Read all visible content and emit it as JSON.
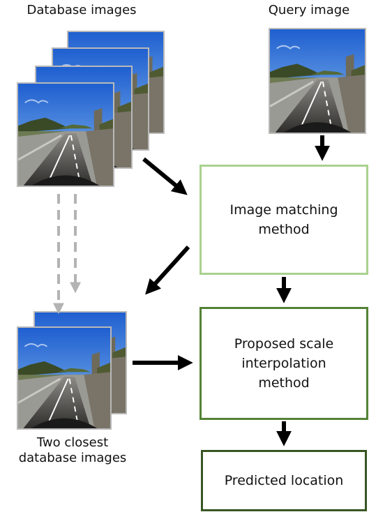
{
  "colors": {
    "matching_border": "#a9d18e",
    "scale_border": "#548235",
    "location_border": "#375623",
    "arrow": "#000000",
    "dashed_arrow": "#b3b3b3",
    "photo_border": "#b9b9b9"
  },
  "labels": {
    "database_images": "Database images",
    "query_image": "Query image",
    "two_closest": [
      "Two closest",
      "database images"
    ]
  },
  "boxes": {
    "matching": [
      "Image matching",
      "method"
    ],
    "scale": [
      "Proposed scale",
      "interpolation",
      "method"
    ],
    "location": [
      "Predicted location"
    ]
  }
}
